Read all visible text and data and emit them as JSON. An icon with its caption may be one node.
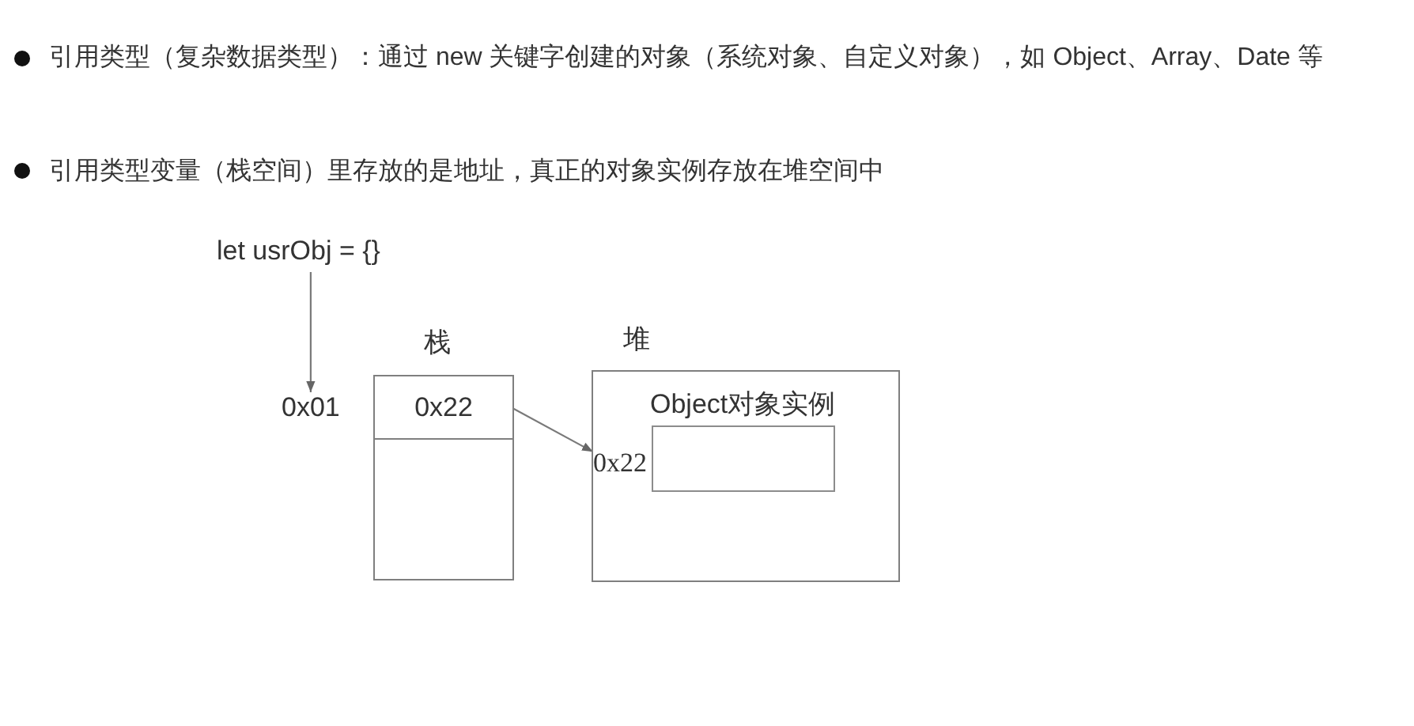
{
  "diagram": {
    "nodes": [
      {
        "text": [
          "let usrObj = {}"
        ]
      },
      {
        "text": [
          "0x01"
        ]
      },
      {
        "text": [
          "栈"
        ]
      },
      {
        "text": [
          "0x22"
        ],
        "in": 2
      },
      {
        "text": [
          "堆"
        ]
      },
      {
        "text": [
          "Object对象实例"
        ],
        "beside": [
          "0x22"
        ],
        "in": 4
      }
    ],
    "edges": [
      {
        "from": 0,
        "to": 1,
        "arrow": "to"
      },
      {
        "from": 3,
        "to": 5,
        "arrow": "to"
      }
    ],
    "labels": [
      "引用类型（复杂数据类型）：通过 new 关键字创建的对象（系统对象、自定义对象），如 Object、Array、Date 等",
      "引用类型变量（栈空间）里存放的是地址，真正的对象实例存放在堆空间中"
    ]
  }
}
